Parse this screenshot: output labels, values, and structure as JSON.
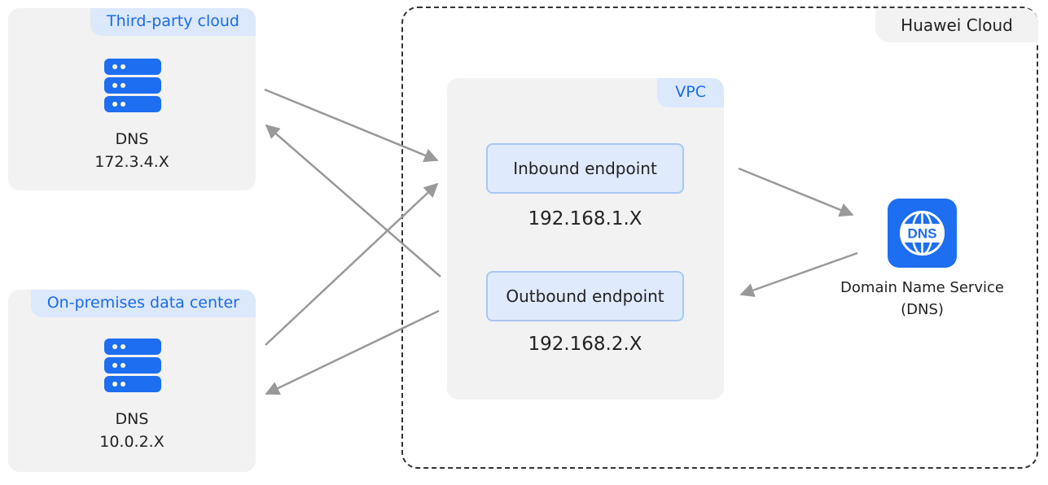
{
  "third_party": {
    "tag": "Third-party cloud",
    "dns_name": "DNS",
    "dns_ip": "172.3.4.X"
  },
  "on_prem": {
    "tag": "On-premises data center",
    "dns_name": "DNS",
    "dns_ip": "10.0.2.X"
  },
  "huawei_cloud": {
    "tag": "Huawei Cloud"
  },
  "vpc": {
    "tag": "VPC",
    "inbound": {
      "label": "Inbound endpoint",
      "ip": "192.168.1.X"
    },
    "outbound": {
      "label": "Outbound endpoint",
      "ip": "192.168.2.X"
    }
  },
  "dns_service": {
    "icon_text": "DNS",
    "label_line1": "Domain Name Service",
    "label_line2": "(DNS)"
  },
  "colors": {
    "accent": "#1d6ef0",
    "panel": "#f2f2f2",
    "tag_bg": "#dce8fb",
    "endpoint_bg": "#dfeafc",
    "arrow": "#999999"
  }
}
